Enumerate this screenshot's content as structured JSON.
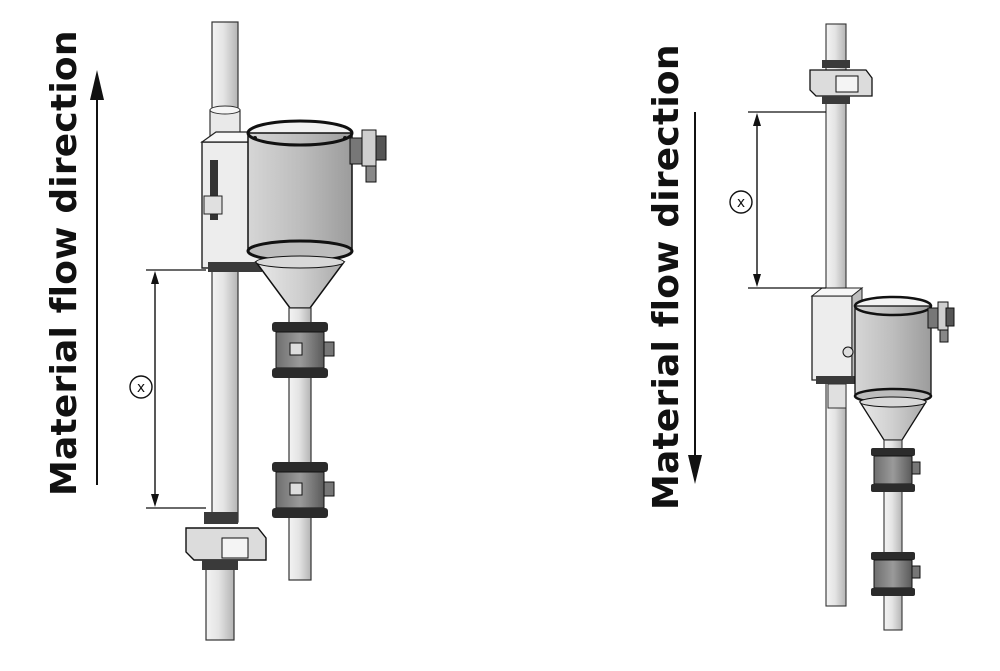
{
  "left_panel": {
    "flow_label": "Material flow direction",
    "flow_direction": "up",
    "distance_marker": "x"
  },
  "right_panel": {
    "flow_label": "Material flow direction",
    "flow_direction": "down",
    "distance_marker": "x"
  },
  "colors": {
    "metal_light": "#eeeeee",
    "metal_mid": "#c9c9c9",
    "metal_dark": "#8a8a8a",
    "outline": "#1a1a1a",
    "flange": "#2b2b2b"
  }
}
